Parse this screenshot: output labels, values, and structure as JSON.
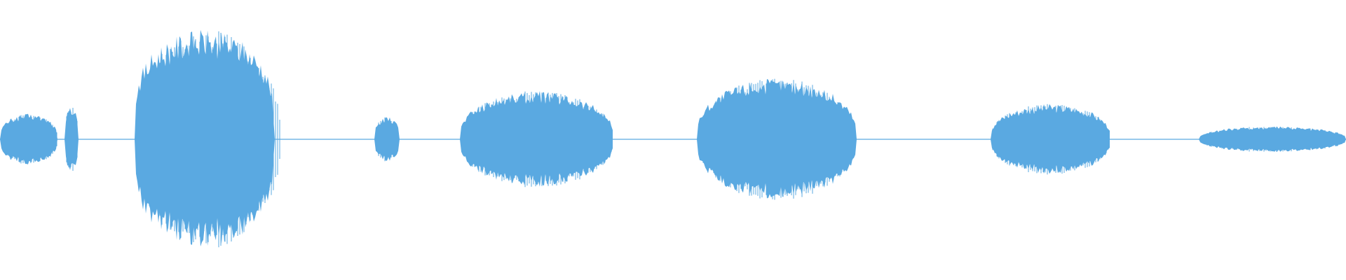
{
  "waveform": {
    "color": "#5aa9e1",
    "segments": [
      {
        "name": "waveform-segment-1",
        "amplitude": 0.08
      },
      {
        "name": "waveform-segment-2",
        "amplitude": 0.1
      },
      {
        "name": "waveform-segment-3",
        "amplitude": 0.34
      },
      {
        "name": "waveform-segment-4",
        "amplitude": 0.07
      },
      {
        "name": "waveform-segment-5",
        "amplitude": 0.15
      },
      {
        "name": "waveform-segment-6",
        "amplitude": 0.19
      },
      {
        "name": "waveform-segment-7",
        "amplitude": 0.11
      },
      {
        "name": "waveform-segment-8",
        "amplitude": 0.04
      }
    ]
  }
}
